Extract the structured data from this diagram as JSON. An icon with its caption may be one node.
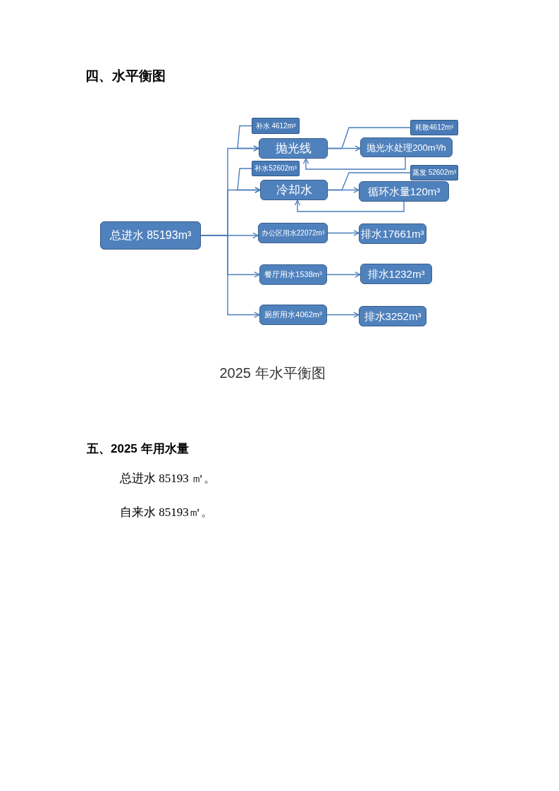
{
  "diagram": {
    "title": "四、水平衡图",
    "caption": "2025 年水平衡图",
    "nodes": [
      {
        "text": [
          "总进水 85193m³"
        ]
      },
      {
        "text": [
          "补水 4612m³"
        ]
      },
      {
        "text": [
          "抛光线"
        ]
      },
      {
        "text": [
          "耗散4612m³"
        ]
      },
      {
        "text": [
          "抛光水处理200m³/h"
        ]
      },
      {
        "text": [
          "补水52602m³"
        ]
      },
      {
        "text": [
          "冷却水"
        ]
      },
      {
        "text": [
          "蒸发 52602m³"
        ]
      },
      {
        "text": [
          "循环水量120m³"
        ]
      },
      {
        "text": [
          "办公区用水22072m³"
        ]
      },
      {
        "text": [
          "排水17661m³"
        ]
      },
      {
        "text": [
          "餐厅用水1538m³"
        ]
      },
      {
        "text": [
          "排水1232m³"
        ]
      },
      {
        "text": [
          "厕所用水4062m³"
        ]
      },
      {
        "text": [
          "排水3252m³"
        ]
      }
    ],
    "edges": [
      {
        "from": 0,
        "to": 2,
        "arrow": "to"
      },
      {
        "from": 0,
        "to": 6,
        "arrow": "to"
      },
      {
        "from": 0,
        "to": 9,
        "arrow": "to"
      },
      {
        "from": 0,
        "to": 11,
        "arrow": "to"
      },
      {
        "from": 0,
        "to": 13,
        "arrow": "to"
      },
      {
        "from": 1,
        "to": 2,
        "arrow": "to"
      },
      {
        "from": 2,
        "to": 4,
        "arrow": "to"
      },
      {
        "from": 2,
        "to": 3,
        "arrow": "none"
      },
      {
        "from": 4,
        "to": 2,
        "arrow": "to"
      },
      {
        "from": 5,
        "to": 6,
        "arrow": "to"
      },
      {
        "from": 6,
        "to": 8,
        "arrow": "to"
      },
      {
        "from": 6,
        "to": 7,
        "arrow": "none"
      },
      {
        "from": 8,
        "to": 6,
        "arrow": "to"
      },
      {
        "from": 9,
        "to": 10,
        "arrow": "to"
      },
      {
        "from": 11,
        "to": 12,
        "arrow": "to"
      },
      {
        "from": 13,
        "to": 14,
        "arrow": "to"
      }
    ],
    "labels": [
      "五、2025 年用水量",
      "总进水 85193 ㎥。",
      "自来水 85193㎥。"
    ]
  }
}
